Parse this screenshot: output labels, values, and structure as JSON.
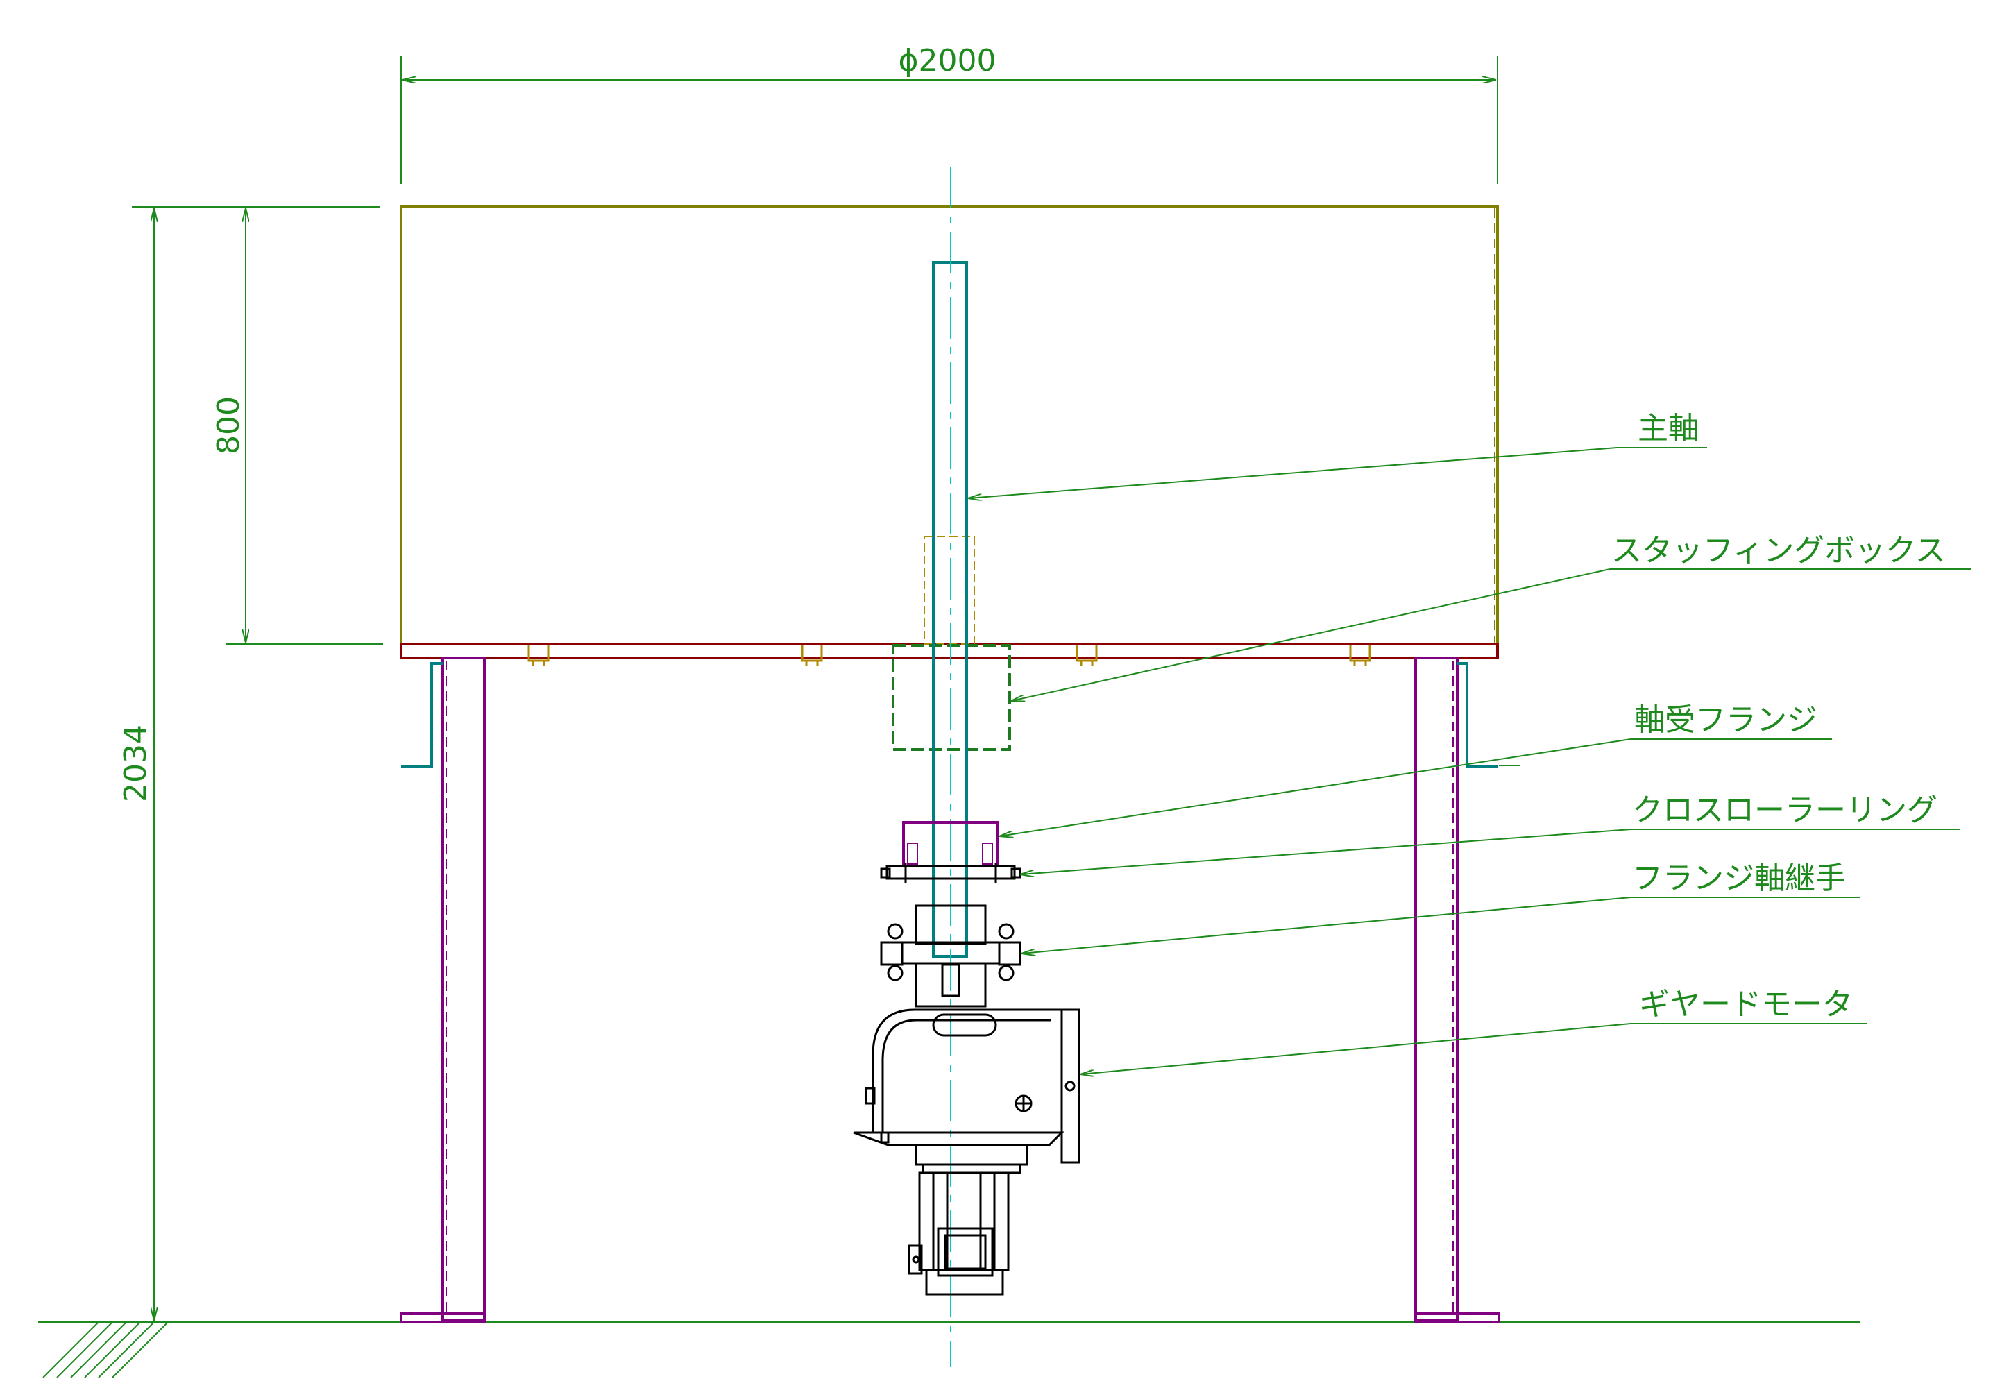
{
  "drawing": {
    "dimensions": {
      "diameter": "ϕ2000",
      "tank_height": "800",
      "total_height": "2034"
    },
    "labels": [
      "主軸",
      "スタッフィングボックス",
      "軸受フランジ",
      "クロスローラーリング",
      "フランジ軸継手",
      "ギヤードモータ"
    ],
    "colors": {
      "dimension": "#1e8a1e",
      "tank": "#808000",
      "shaft": "#008080",
      "base_plate": "#8b0000",
      "legs": "#800080",
      "centerline": "#00c8c8",
      "outline": "#000000"
    }
  }
}
